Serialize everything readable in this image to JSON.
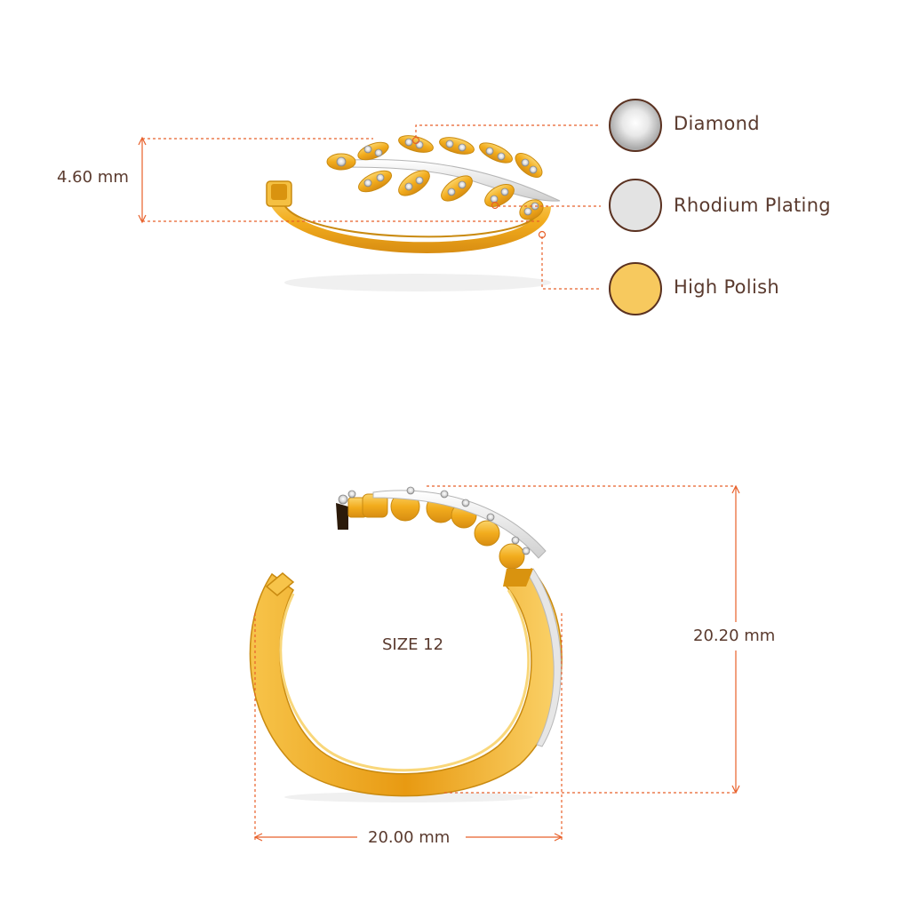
{
  "legend": {
    "items": [
      {
        "label": "Diamond",
        "icon": "diamond-swatch-icon",
        "color": "#f2f2f2"
      },
      {
        "label": "Rhodium Plating",
        "icon": "rhodium-swatch-icon",
        "color": "#e3e3e3"
      },
      {
        "label": "High Polish",
        "icon": "high-polish-swatch-icon",
        "color": "#f7c95e"
      }
    ]
  },
  "dimensions": {
    "height_top": "4.60 mm",
    "height_front": "20.20 mm",
    "width_front": "20.00 mm",
    "size": "SIZE 12"
  },
  "colors": {
    "dimension_line": "#e8602a",
    "text": "#5a3a2e",
    "gold": "#f2b52a",
    "gold_dark": "#c98a10",
    "rhodium": "#ececec"
  }
}
